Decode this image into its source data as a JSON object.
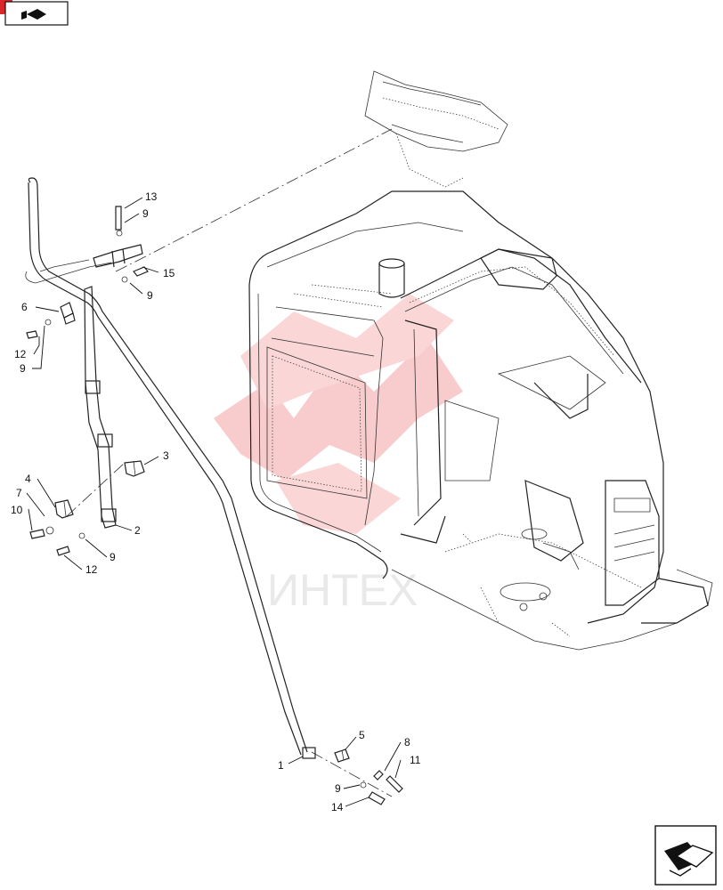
{
  "watermark": {
    "text": "ИНТЕХ",
    "color": "#f4a3a3"
  },
  "nav_icons": {
    "top_left": "book-arrow-icon",
    "bottom_right": "next-page-arrow-icon"
  },
  "callouts": {
    "c1": "1",
    "c2": "2",
    "c3": "3",
    "c4": "4",
    "c5": "5",
    "c6": "6",
    "c7": "7",
    "c8": "8",
    "c9a": "9",
    "c9b": "9",
    "c9c": "9",
    "c9d": "9",
    "c9e": "9",
    "c10": "10",
    "c11": "11",
    "c12a": "12",
    "c12b": "12",
    "c13": "13",
    "c14": "14",
    "c15": "15"
  }
}
